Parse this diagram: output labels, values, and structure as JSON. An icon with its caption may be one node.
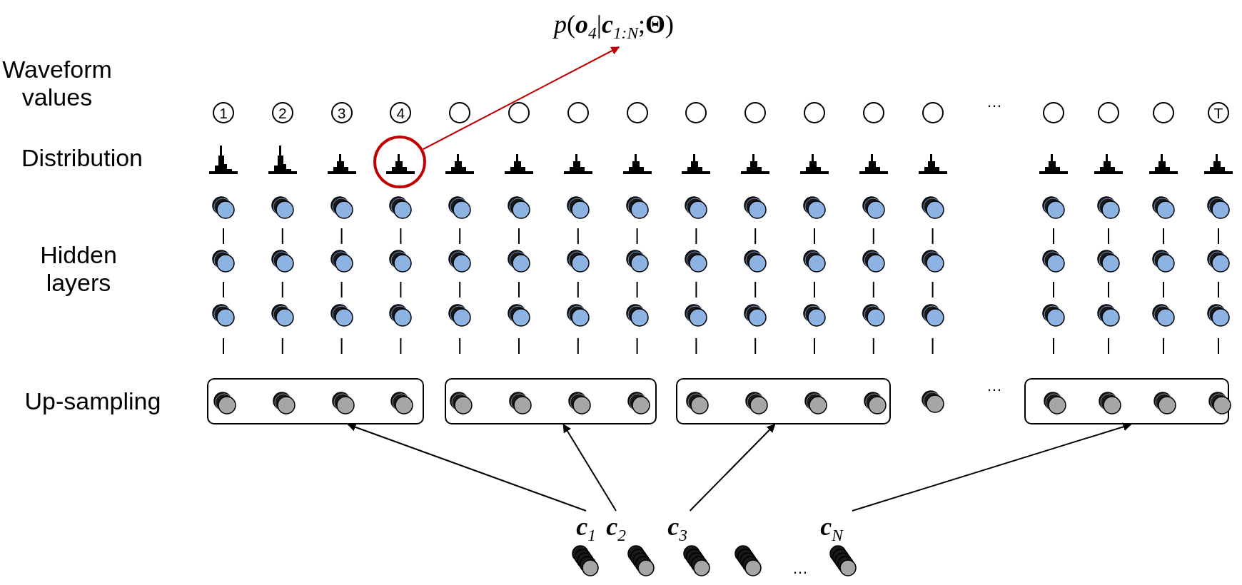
{
  "diagram": {
    "nodes": [
      {
        "text": [
          "*p*(**o**$_{4}$|**c**$_{1:N}$;**Θ**)"
        ]
      },
      {
        "text": [
          "1"
        ]
      },
      {
        "text": [
          "2"
        ]
      },
      {
        "text": [
          "3"
        ]
      },
      {
        "text": [
          "4"
        ]
      },
      {
        "text": [],
        "shape": "circle"
      },
      {
        "text": [],
        "shape": "circle"
      },
      {
        "text": [],
        "shape": "circle"
      },
      {
        "text": [],
        "shape": "circle"
      },
      {
        "text": [],
        "shape": "circle"
      },
      {
        "text": [],
        "shape": "circle"
      },
      {
        "text": [],
        "shape": "circle"
      },
      {
        "text": [],
        "shape": "circle"
      },
      {
        "text": [],
        "shape": "circle"
      },
      {
        "text": [],
        "shape": "circle"
      },
      {
        "text": [],
        "shape": "circle"
      },
      {
        "text": [],
        "shape": "circle"
      },
      {
        "text": [
          "T"
        ]
      },
      {
        "text": [],
        "shape": "circle"
      },
      {
        "text": [],
        "shape": "box"
      },
      {
        "text": [],
        "shape": "box"
      },
      {
        "text": [],
        "shape": "box"
      },
      {
        "text": [],
        "shape": "box"
      },
      {
        "text": [
          "**c**$_{1}$"
        ]
      },
      {
        "text": [
          "**c**$_{2}$"
        ]
      },
      {
        "text": [
          "**c**$_{3}$"
        ]
      },
      {
        "text": [
          "**c**$_{N}$"
        ]
      }
    ],
    "edges": [
      {
        "from": 18,
        "to": 0,
        "arrow": "to",
        "color": "#c00000"
      },
      {
        "from": 23,
        "to": 19,
        "arrow": "to"
      },
      {
        "from": 24,
        "to": 20,
        "arrow": "to"
      },
      {
        "from": 25,
        "to": 21,
        "arrow": "to"
      },
      {
        "from": 26,
        "to": 22,
        "arrow": "to"
      }
    ],
    "labels": [
      "Waveform values",
      "Distribution",
      "Hidden layers",
      "Up-sampling",
      "…",
      "…",
      "…"
    ]
  }
}
